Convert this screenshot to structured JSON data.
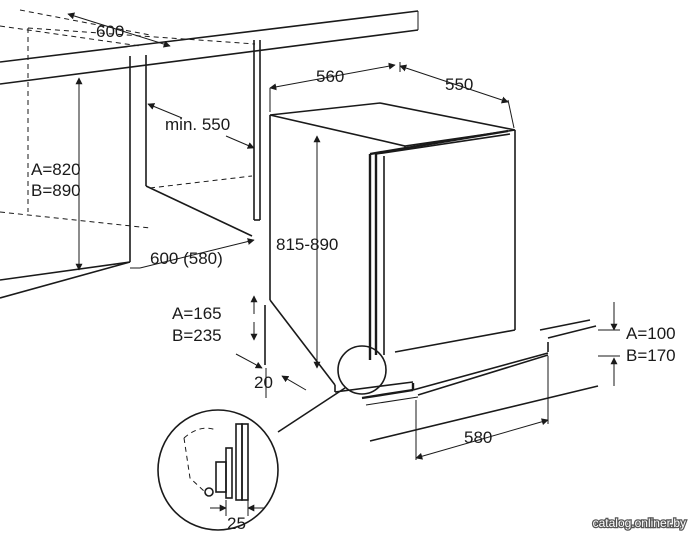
{
  "colors": {
    "line": "#1a1a1a",
    "background": "#ffffff",
    "watermark_text": "#ffffff"
  },
  "labels": {
    "niche_width": "600",
    "appliance_width": "560",
    "appliance_depth": "550",
    "min_depth": "min. 550",
    "niche_height_a": "A=820",
    "niche_height_b": "B=890",
    "appliance_height": "815-890",
    "niche_depth": "600 (580)",
    "plinth_a": "A=165",
    "plinth_b": "B=235",
    "plinth_offset": "20",
    "door_a": "A=100",
    "door_b": "B=170",
    "door_depth": "580",
    "detail_dim": "25"
  },
  "watermark": "catalog.onliner.by"
}
